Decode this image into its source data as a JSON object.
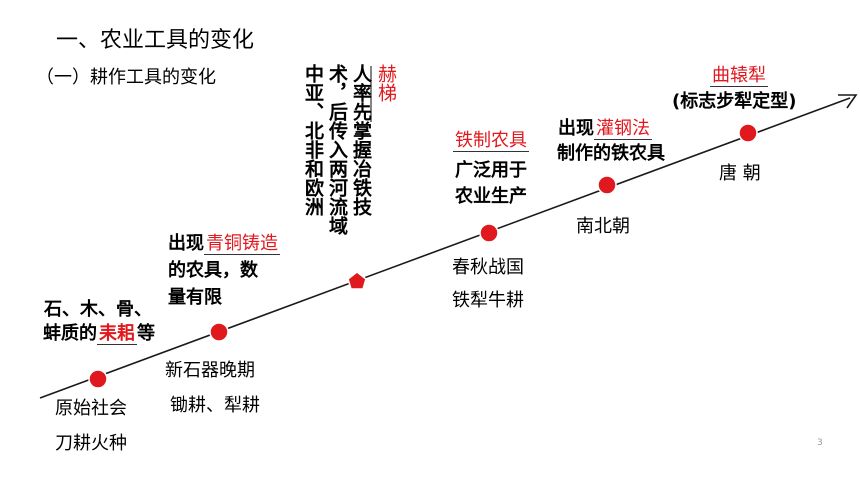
{
  "heading": "一、农业工具的变化",
  "subheading": "（一）耕作工具的变化",
  "timeline": {
    "color": "#1a1a1a",
    "node_color": "#e0191e"
  },
  "nodes": {
    "primitive": {
      "era": "原始社会",
      "practice": "刀耕火种",
      "desc_a": "石、木、骨、",
      "desc_b": "蚌质的",
      "desc_red": "耒耜",
      "desc_c": "等"
    },
    "neolithic": {
      "era": "新石器晚期",
      "practice": "锄耕、犁耕",
      "desc_a": "出现",
      "desc_red": "青铜铸造",
      "desc_b": "的农具，数",
      "desc_c": "量有限"
    },
    "hittite": {
      "col1": "赫梯",
      "col2": "人率先掌握冶铁技",
      "col3": "术，后传入两河流域",
      "col4": "中亚、北非和欧洲"
    },
    "spring_autumn": {
      "era": "春秋战国",
      "practice": "铁犁牛耕",
      "desc_red": "铁制农具",
      "desc_a": "广泛用于",
      "desc_b": "农业生产"
    },
    "southern_northern": {
      "era": "南北朝",
      "desc_a": "出现",
      "desc_red": "灌钢法",
      "desc_b": "制作的铁农具"
    },
    "tang": {
      "era": "唐 朝",
      "desc_red": "曲辕犁",
      "desc_a": "(标志步犁定型)"
    }
  },
  "page_number": "3"
}
